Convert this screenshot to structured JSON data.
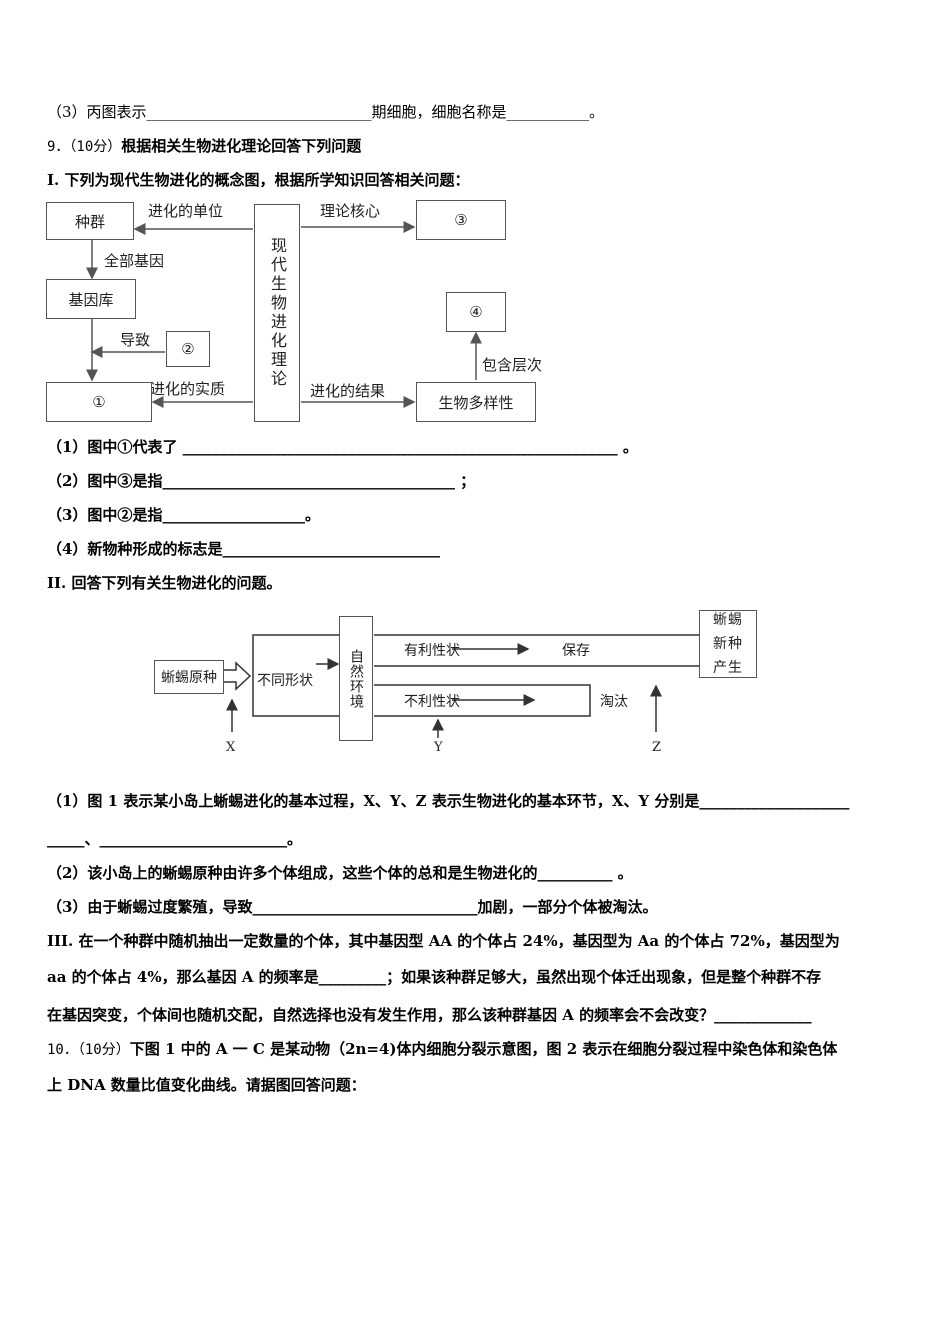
{
  "lines": {
    "l0": "（3）丙图表示______________________________期细胞，细胞名称是___________。",
    "l1_num": "9．（10分）",
    "l1_text": "根据相关生物进化理论回答下列问题",
    "l2_roman": "I.",
    "l2_text": " 下列为现代生物进化的概念图，根据所学知识回答相关问题：",
    "q1": "（1）图中①代表了 __________________________________________________________ 。",
    "q2": "（2）图中③是指_______________________________________ ；",
    "q3": "（3）图中②是指___________________。",
    "q4": "（4）新物种形成的标志是_____________________________",
    "l7_roman": "II.",
    "l7_text": " 回答下列有关生物进化的问题。",
    "p1a": "（1）图 1 表示某小岛上蜥蜴进化的基本过程，X、Y、Z 表示生物进化的基本环节，X、Y 分别是____________________",
    "p1b": "_____、_________________________。",
    "p2": "（2）该小岛上的蜥蜴原种由许多个体组成，这些个体的总和是生物进化的__________ 。",
    "p3": "（3）由于蜥蜴过度繁殖，导致______________________________加剧，一部分个体被淘汰。",
    "iii_roman": "III.",
    "iii_a": " 在一个种群中随机抽出一定数量的个体，其中基因型 AA 的个体占 24%，基因型为 Aa 的个体占 72%，基因型为",
    "iii_b": "aa 的个体占 4%，那么基因 A 的频率是_________；如果该种群足够大，虽然出现个体迁出现象，但是整个种群不存",
    "iii_c": "在基因突变，个体间也随机交配，自然选择也没有发生作用，那么该种群基因 A 的频率会不会改变？_____________",
    "q10a_num": "10．（10分）",
    "q10a_text": "下图 1 中的 A 一 C 是某动物（2n=4)体内细胞分裂示意图，图 2 表示在细胞分裂过程中染色体和染色体",
    "q10b": "上 DNA 数量比值变化曲线。请据图回答问题："
  },
  "diagram1": {
    "population": "种群",
    "unit_label": "进化的单位",
    "all_genes_label": "全部基因",
    "gene_pool": "基因库",
    "cause_label": "导致",
    "c2": "②",
    "essence_label": "进化的实质",
    "c1": "①",
    "theory": "现代生物进化理论",
    "core_label": "理论核心",
    "c3": "③",
    "result_label": "进化的结果",
    "biodiversity": "生物多样性",
    "levels_label": "包含层次",
    "c4": "④"
  },
  "diagram2": {
    "original": "蜥蜴原种",
    "different": "不同形状",
    "env": "自然环境",
    "fav": "有利性状",
    "keep": "保存",
    "unfav": "不利性状",
    "elim": "淘汰",
    "newsp": "蜥蜴新种产生",
    "x": "X",
    "y": "Y",
    "z": "Z"
  }
}
